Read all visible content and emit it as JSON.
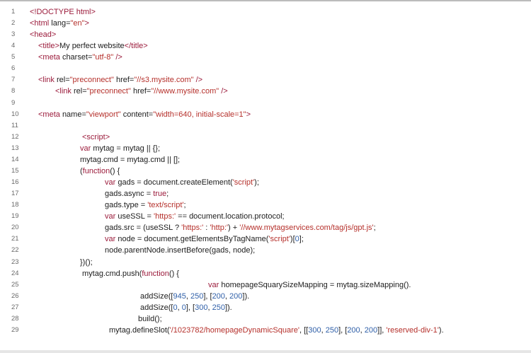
{
  "editor": {
    "lines": [
      {
        "n": "1",
        "indent": 0,
        "tokens": [
          [
            "t",
            "<!DOCTYPE html>"
          ]
        ]
      },
      {
        "n": "2",
        "indent": 0,
        "tokens": [
          [
            "t",
            "<html "
          ],
          [
            "p",
            "lang="
          ],
          [
            "s",
            "\"en\""
          ],
          [
            "t",
            ">"
          ]
        ]
      },
      {
        "n": "3",
        "indent": 0,
        "tokens": [
          [
            "t",
            "<head>"
          ]
        ]
      },
      {
        "n": "4",
        "indent": 12,
        "tokens": [
          [
            "t",
            "<title>"
          ],
          [
            "p",
            "My perfect website"
          ],
          [
            "t",
            "</title>"
          ]
        ]
      },
      {
        "n": "5",
        "indent": 12,
        "tokens": [
          [
            "t",
            "<meta "
          ],
          [
            "p",
            "charset="
          ],
          [
            "s",
            "\"utf-8\""
          ],
          [
            "t",
            " />"
          ]
        ]
      },
      {
        "n": "6",
        "indent": 0,
        "tokens": []
      },
      {
        "n": "7",
        "indent": 12,
        "tokens": [
          [
            "t",
            "<link "
          ],
          [
            "p",
            "rel="
          ],
          [
            "s",
            "\"preconnect\""
          ],
          [
            "p",
            " href="
          ],
          [
            "s",
            "\"//s3.mysite.com\""
          ],
          [
            "t",
            " />"
          ]
        ]
      },
      {
        "n": "8",
        "indent": 36,
        "tokens": [
          [
            "t",
            "<link "
          ],
          [
            "p",
            "rel="
          ],
          [
            "s",
            "\"preconnect\""
          ],
          [
            "p",
            " href="
          ],
          [
            "s",
            "\"//www.mysite.com\""
          ],
          [
            "t",
            " />"
          ]
        ]
      },
      {
        "n": "9",
        "indent": 0,
        "tokens": []
      },
      {
        "n": "10",
        "indent": 12,
        "tokens": [
          [
            "t",
            "<meta "
          ],
          [
            "p",
            "name="
          ],
          [
            "s",
            "\"viewport\""
          ],
          [
            "p",
            " content="
          ],
          [
            "s",
            "\"width=640, initial-scale=1\""
          ],
          [
            "t",
            ">"
          ]
        ]
      },
      {
        "n": "11",
        "indent": 0,
        "tokens": []
      },
      {
        "n": "12",
        "indent": 74,
        "tokens": [
          [
            "t",
            "<script>"
          ]
        ]
      },
      {
        "n": "13",
        "indent": 71,
        "tokens": [
          [
            "t",
            "var "
          ],
          [
            "p",
            "mytag = mytag || {};"
          ]
        ]
      },
      {
        "n": "14",
        "indent": 71,
        "tokens": [
          [
            "p",
            "mytag.cmd = mytag.cmd || [];"
          ]
        ]
      },
      {
        "n": "15",
        "indent": 71,
        "tokens": [
          [
            "p",
            "("
          ],
          [
            "t",
            "function"
          ],
          [
            "p",
            "() {"
          ]
        ]
      },
      {
        "n": "16",
        "indent": 106,
        "tokens": [
          [
            "t",
            "var "
          ],
          [
            "p",
            "gads = document.createElement("
          ],
          [
            "s",
            "'script'"
          ],
          [
            "p",
            ");"
          ]
        ]
      },
      {
        "n": "17",
        "indent": 106,
        "tokens": [
          [
            "p",
            "gads.async = "
          ],
          [
            "t",
            "true"
          ],
          [
            "p",
            ";"
          ]
        ]
      },
      {
        "n": "18",
        "indent": 106,
        "tokens": [
          [
            "p",
            "gads.type = "
          ],
          [
            "s",
            "'text/script'"
          ],
          [
            "p",
            ";"
          ]
        ]
      },
      {
        "n": "19",
        "indent": 106,
        "tokens": [
          [
            "t",
            "var "
          ],
          [
            "p",
            "useSSL = "
          ],
          [
            "s",
            "'https:'"
          ],
          [
            "p",
            " == document.location.protocol;"
          ]
        ]
      },
      {
        "n": "20",
        "indent": 106,
        "tokens": [
          [
            "p",
            "gads.src = (useSSL ? "
          ],
          [
            "s",
            "'https:'"
          ],
          [
            "p",
            " : "
          ],
          [
            "s",
            "'http:'"
          ],
          [
            "p",
            ") + "
          ],
          [
            "s",
            "'//www.mytagservices.com/tag/js/gpt.js'"
          ],
          [
            "p",
            ";"
          ]
        ]
      },
      {
        "n": "21",
        "indent": 106,
        "tokens": [
          [
            "t",
            "var "
          ],
          [
            "p",
            "node = document.getElementsByTagName("
          ],
          [
            "s",
            "'script'"
          ],
          [
            "p",
            ")["
          ],
          [
            "n",
            "0"
          ],
          [
            "p",
            "];"
          ]
        ]
      },
      {
        "n": "22",
        "indent": 106,
        "tokens": [
          [
            "p",
            "node.parentNode.insertBefore(gads, node);"
          ]
        ]
      },
      {
        "n": "23",
        "indent": 71,
        "tokens": [
          [
            "p",
            "})();"
          ]
        ]
      },
      {
        "n": "24",
        "indent": 74,
        "tokens": [
          [
            "p",
            "mytag.cmd.push("
          ],
          [
            "t",
            "function"
          ],
          [
            "p",
            "() {"
          ]
        ]
      },
      {
        "n": "25",
        "indent": 252,
        "tokens": [
          [
            "t",
            "var "
          ],
          [
            "p",
            "homepageSquarySizeMapping = mytag.sizeMapping()."
          ]
        ]
      },
      {
        "n": "26",
        "indent": 156,
        "tokens": [
          [
            "p",
            "addSize(["
          ],
          [
            "n",
            "945"
          ],
          [
            "p",
            ", "
          ],
          [
            "n",
            "250"
          ],
          [
            "p",
            "], ["
          ],
          [
            "n",
            "200"
          ],
          [
            "p",
            ", "
          ],
          [
            "n",
            "200"
          ],
          [
            "p",
            "])."
          ]
        ]
      },
      {
        "n": "27",
        "indent": 156,
        "tokens": [
          [
            "p",
            "addSize(["
          ],
          [
            "n",
            "0"
          ],
          [
            "p",
            ", "
          ],
          [
            "n",
            "0"
          ],
          [
            "p",
            "], ["
          ],
          [
            "n",
            "300"
          ],
          [
            "p",
            ", "
          ],
          [
            "n",
            "250"
          ],
          [
            "p",
            "])."
          ]
        ]
      },
      {
        "n": "28",
        "indent": 153,
        "tokens": [
          [
            "p",
            "build();"
          ]
        ]
      },
      {
        "n": "29",
        "indent": 112,
        "tokens": [
          [
            "p",
            "mytag.defineSlot("
          ],
          [
            "s",
            "'/1023782/homepageDynamicSquare'"
          ],
          [
            "p",
            ", [["
          ],
          [
            "n",
            "300"
          ],
          [
            "p",
            ", "
          ],
          [
            "n",
            "250"
          ],
          [
            "p",
            "], ["
          ],
          [
            "n",
            "200"
          ],
          [
            "p",
            ", "
          ],
          [
            "n",
            "200"
          ],
          [
            "p",
            "]], "
          ],
          [
            "s",
            "'reserved-div-1'"
          ],
          [
            "p",
            ")."
          ]
        ]
      }
    ]
  }
}
